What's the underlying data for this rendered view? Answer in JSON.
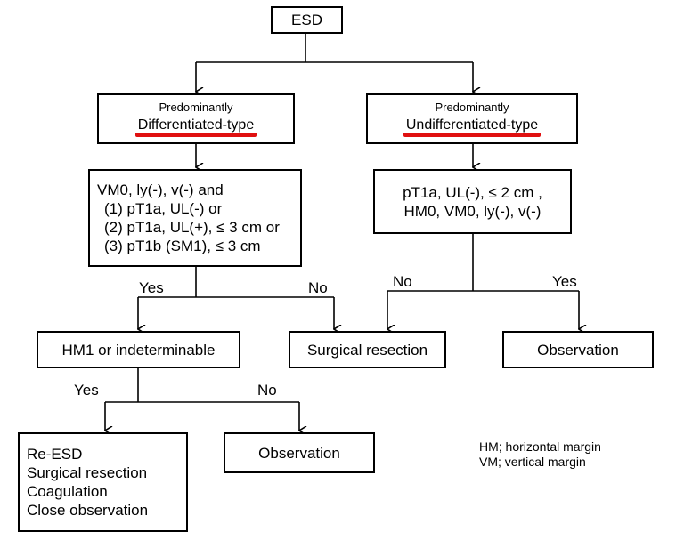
{
  "nodes": {
    "esd": "ESD",
    "diff_top": "Predominantly",
    "diff_main": "Differentiated-type",
    "undiff_top": "Predominantly",
    "undiff_main": "Undifferentiated-type",
    "diff_criteria": [
      "VM0, ly(-), v(-) and",
      "(1) pT1a, UL(-) or",
      "(2) pT1a, UL(+), ≤ 3 cm or",
      "(3) pT1b (SM1), ≤ 3 cm"
    ],
    "undiff_criteria": [
      "pT1a, UL(-), ≤ 2 cm ,",
      "HM0, VM0, ly(-), v(-)"
    ],
    "hm1": "HM1 or indeterminable",
    "surgical": "Surgical resection",
    "observation_right": "Observation",
    "observation_bottom": "Observation",
    "options": [
      "Re-ESD",
      "Surgical resection",
      "Coagulation",
      "Close observation"
    ]
  },
  "edge_labels": {
    "yes_left": "Yes",
    "no_mid": "No",
    "no_right": "No",
    "yes_right": "Yes",
    "yes_bottom": "Yes",
    "no_bottom": "No"
  },
  "legend": [
    "HM; horizontal margin",
    "VM; vertical margin"
  ],
  "colors": {
    "underline": "#e01010",
    "line": "#000000"
  }
}
